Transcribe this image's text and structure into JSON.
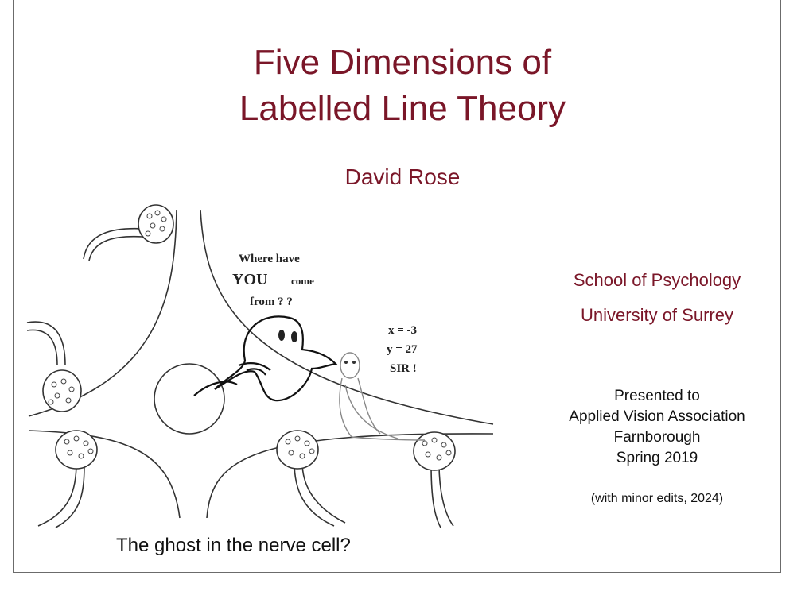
{
  "slide": {
    "title_line1": "Five Dimensions of",
    "title_line2": "Labelled Line Theory",
    "author": "David Rose",
    "affiliation": {
      "school": "School of Psychology",
      "university": "University of Surrey"
    },
    "presented": {
      "line1": "Presented to",
      "line2": "Applied Vision Association",
      "line3": "Farnborough",
      "line4": "Spring 2019"
    },
    "edits_note": "(with minor edits, 2024)",
    "caption": "The ghost in the nerve cell?",
    "cartoon": {
      "ghost_speech_1": "Where have",
      "ghost_speech_2": "YOU",
      "ghost_speech_3": "come",
      "ghost_speech_4": "from ? ?",
      "man_speech_1": "x = -3",
      "man_speech_2": "y = 27",
      "man_speech_3": "SIR !"
    }
  },
  "colors": {
    "title": "#7a1628",
    "body_text": "#111111",
    "border": "#6b6b6b"
  }
}
